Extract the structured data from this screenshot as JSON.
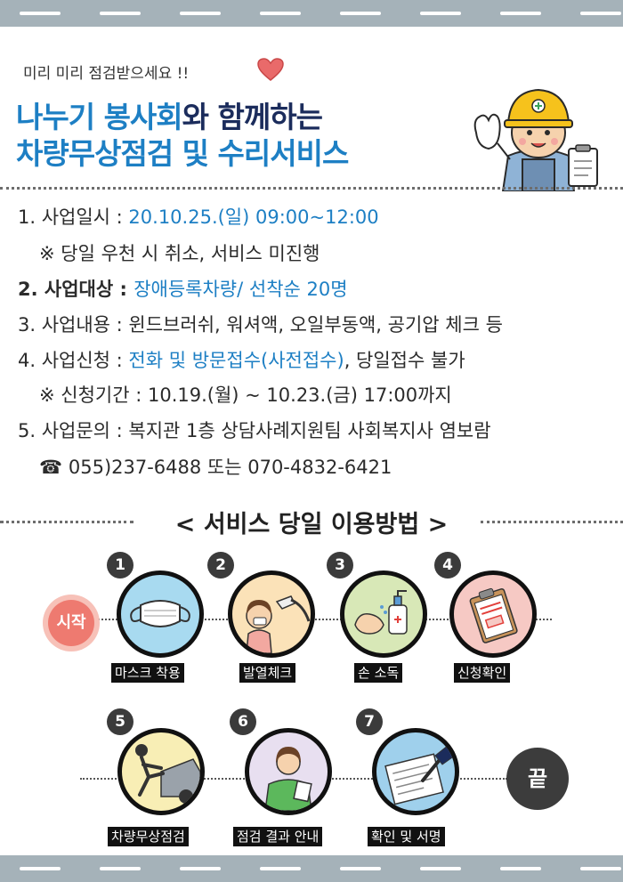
{
  "header": {
    "tagline": "미리 미리 점검받으세요 !!",
    "title_line1_part1": "나누기 봉사회",
    "title_line1_part2": "와 함께하는",
    "title_line2": "차량무상점검 및 수리서비스"
  },
  "info": {
    "item1_label": "1. 사업일시 : ",
    "item1_value": "20.10.25.(일) 09:00~12:00",
    "item1_note": "※ 당일 우천 시 취소, 서비스 미진행",
    "item2_label": "2. 사업대상 : ",
    "item2_value": "장애등록차량/ 선착순 20명",
    "item3_label": "3. 사업내용 : ",
    "item3_value": "윈드브러쉬, 워셔액, 오일부동액, 공기압 체크 등",
    "item4_label": "4. 사업신청 : ",
    "item4_value": "전화 및 방문접수(사전접수)",
    "item4_tail": ", 당일접수 불가",
    "item4_note": "※ 신청기간 : 10.19.(월) ~ 10.23.(금) 17:00까지",
    "item5_label": "5. 사업문의 : ",
    "item5_value": "복지관 1층 상담사례지원팀 사회복지사 염보람",
    "phone_icon": "☎",
    "phone": "055)237-6488 또는 070-4832-6421"
  },
  "steps": {
    "section_title": "< 서비스 당일 이용방법 >",
    "start_label": "시작",
    "end_label": "끝",
    "items": [
      {
        "num": "1",
        "caption": "마스크 착용",
        "icon": "mask-icon"
      },
      {
        "num": "2",
        "caption": "발열체크",
        "icon": "thermometer-icon"
      },
      {
        "num": "3",
        "caption": "손 소독",
        "icon": "hand-sanitizer-icon"
      },
      {
        "num": "4",
        "caption": "신청확인",
        "icon": "clipboard-icon"
      },
      {
        "num": "5",
        "caption": "차량무상점검",
        "icon": "car-repair-icon"
      },
      {
        "num": "6",
        "caption": "점검 결과 안내",
        "icon": "staff-icon"
      },
      {
        "num": "7",
        "caption": "확인 및 서명",
        "icon": "signature-icon"
      }
    ]
  },
  "colors": {
    "title_blue": "#1d7fc4",
    "title_navy": "#1b2c5c",
    "accent_red": "#e2403b",
    "start_pink": "#ee7a70",
    "road_gray": "#a5b2b9"
  }
}
